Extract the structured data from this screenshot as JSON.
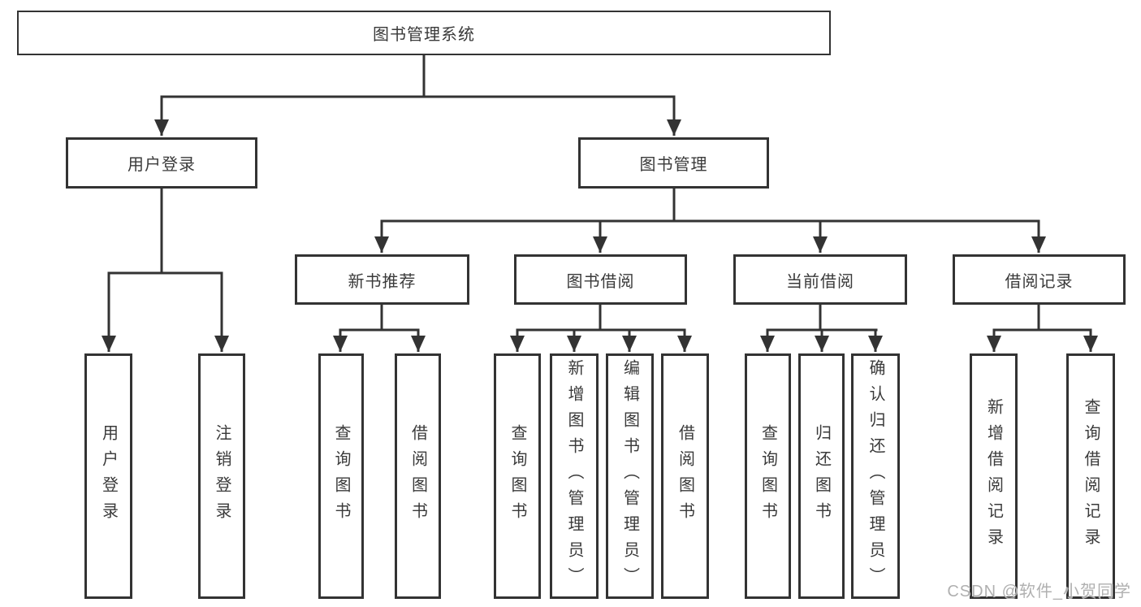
{
  "colors": {
    "line": "#333333",
    "text": "#3a3a3a",
    "background": "#ffffff",
    "watermark": "#b0b0b0"
  },
  "nodes": {
    "root": "图书管理系统",
    "level2": {
      "user_login": "用户登录",
      "book_management": "图书管理"
    },
    "level3": {
      "new_book_recommend": "新书推荐",
      "book_borrow": "图书借阅",
      "current_borrow": "当前借阅",
      "borrow_record": "借阅记录"
    },
    "leaves": {
      "user_login": [
        "用户登录",
        "注销登录"
      ],
      "new_book_recommend": [
        "查询图书",
        "借阅图书"
      ],
      "book_borrow": [
        "查询图书",
        "新增图书（管理员）",
        "编辑图书（管理员）",
        "借阅图书"
      ],
      "current_borrow": [
        "查询图书",
        "归还图书",
        "确认归还（管理员）"
      ],
      "borrow_record": [
        "新增借阅记录",
        "查询借阅记录"
      ]
    }
  },
  "watermark": "CSDN @软件_小贺同学"
}
